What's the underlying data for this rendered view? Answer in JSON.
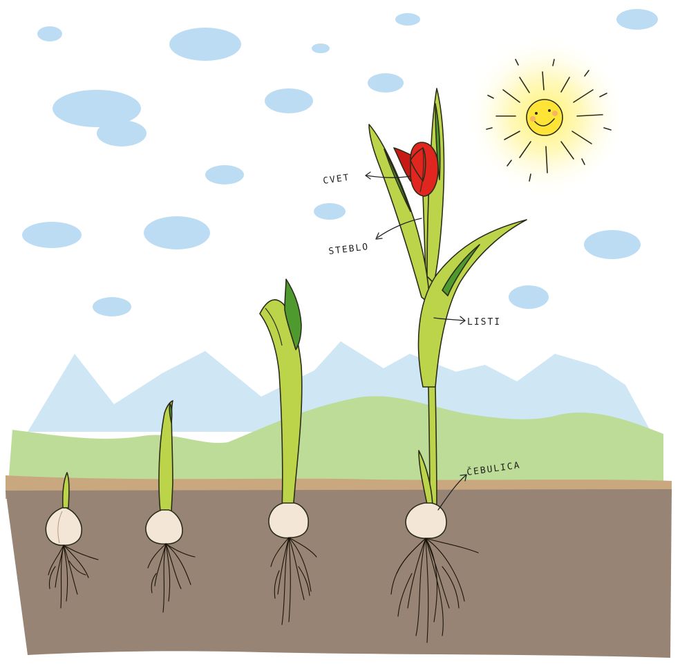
{
  "labels": {
    "cvet": "CVET",
    "steblo": "STEBLO",
    "listi": "LISTI",
    "cebulica": "ČEBULICA"
  },
  "colors": {
    "sky_cloud": "#bcdcf3",
    "mountain": "#cfe6f5",
    "hill": "#bddc98",
    "soil_top": "#c9a880",
    "soil": "#978475",
    "leaf": "#bcd44a",
    "leaf_dark": "#4e9a2f",
    "bulb": "#f3e6d6",
    "tulip": "#e0261e",
    "sun": "#ffe438"
  },
  "icons": [
    "sun-icon",
    "tulip-flower-icon"
  ]
}
